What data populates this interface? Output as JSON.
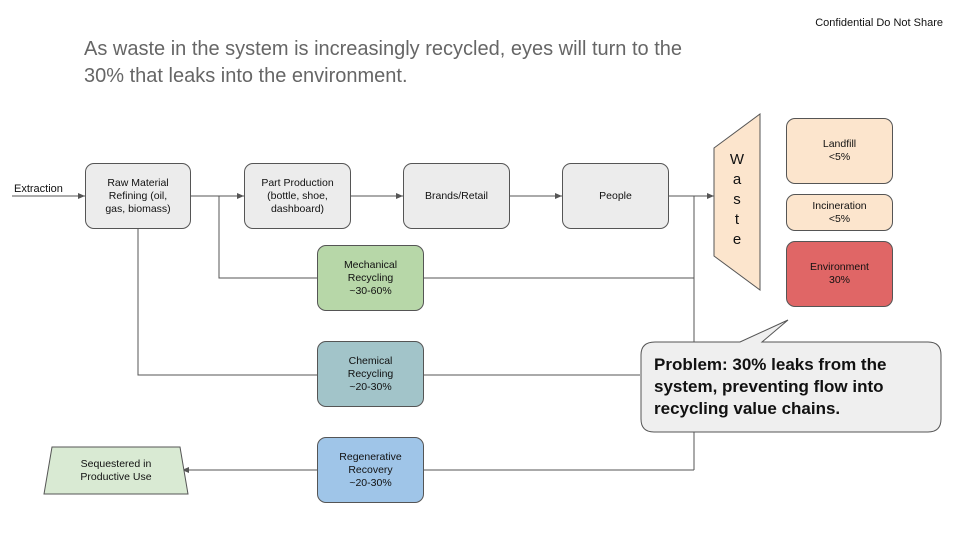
{
  "header": {
    "confidential": "Confidential Do Not Share",
    "headline": "As waste in the system is increasingly recycled, eyes will turn to the 30% that leaks into the environment."
  },
  "flow": {
    "extraction": "Extraction",
    "raw_material": "Raw Material\nRefining (oil,\ngas, biomass)",
    "part_production": "Part Production\n(bottle, shoe,\ndashboard)",
    "brands_retail": "Brands/Retail",
    "people": "People",
    "waste_letters": [
      "W",
      "a",
      "s",
      "t",
      "e"
    ]
  },
  "outcomes": {
    "landfill": "Landfill\n<5%",
    "incineration": "Incineration\n<5%",
    "environment": "Environment\n30%"
  },
  "recycling": {
    "mechanical": "Mechanical\nRecycling\n~30-60%",
    "chemical": "Chemical\nRecycling\n~20-30%",
    "regenerative": "Regenerative\nRecovery\n~20-30%",
    "sequestered": "Sequestered in\nProductive Use"
  },
  "callout": {
    "text": "Problem: 30% leaks from the\nsystem, preventing flow into\nrecycling value chains."
  },
  "colors": {
    "gray_box": "#ececec",
    "mechanical": "#b7d7a8",
    "chemical": "#a2c4c9",
    "regenerative": "#9fc5e8",
    "sequestered": "#d9ead3",
    "landfill": "#fce5cd",
    "environment": "#e06666",
    "waste": "#fce5cd"
  }
}
